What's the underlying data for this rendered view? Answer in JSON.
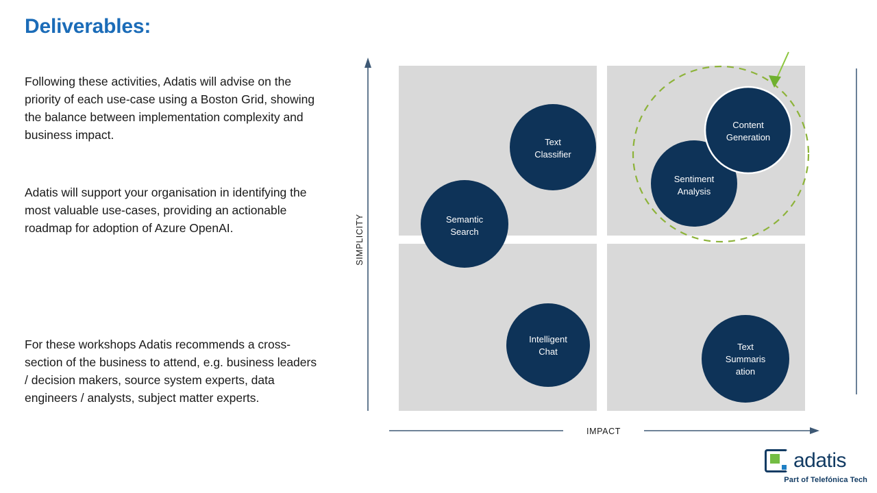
{
  "slide": {
    "title": "Deliverables:",
    "title_color": "#1b6cb8",
    "background": "#ffffff",
    "paragraphs": [
      "Following these activities, Adatis will advise on the priority of each use-case using a Boston Grid, showing the balance between implementation complexity and business impact.",
      "Adatis will support your organisation in identifying the most valuable use-cases, providing an actionable roadmap for adoption of Azure OpenAI.",
      "For these workshops Adatis recommends a cross-section of the business to attend, e.g. business leaders / decision makers, source system experts, data engineers / analysts, subject matter experts."
    ]
  },
  "chart_data": {
    "type": "scatter",
    "title": "",
    "xlabel": "IMPACT",
    "ylabel": "SIMPLICITY",
    "xlim": [
      0,
      2
    ],
    "ylim": [
      0,
      2
    ],
    "grid": true,
    "quadrants": [
      {
        "name": "low-impact-high-simplicity",
        "x": 0,
        "y": 1,
        "fill": "#d9d9d9"
      },
      {
        "name": "high-impact-high-simplicity",
        "x": 1,
        "y": 1,
        "fill": "#d9d9d9"
      },
      {
        "name": "low-impact-low-simplicity",
        "x": 0,
        "y": 0,
        "fill": "#d9d9d9"
      },
      {
        "name": "high-impact-low-simplicity",
        "x": 1,
        "y": 0,
        "fill": "#d9d9d9"
      }
    ],
    "bubble_color": "#0e3358",
    "points": [
      {
        "label": "Semantic Search",
        "label_lines": [
          "Semantic",
          "Search"
        ],
        "x": 0.34,
        "y": 1.06,
        "r": 64,
        "quadrant": "low-impact-high-simplicity"
      },
      {
        "label": "Text Classifier",
        "label_lines": [
          "Text",
          "Classifier"
        ],
        "x": 0.56,
        "y": 1.45,
        "r": 63,
        "quadrant": "low-impact-high-simplicity"
      },
      {
        "label": "Content Generation",
        "label_lines": [
          "Content",
          "Generation"
        ],
        "x": 1.62,
        "y": 1.72,
        "r": 63,
        "quadrant": "high-impact-high-simplicity"
      },
      {
        "label": "Sentiment Analysis",
        "label_lines": [
          "Sentiment",
          "Analysis"
        ],
        "x": 1.44,
        "y": 1.37,
        "r": 63,
        "quadrant": "high-impact-high-simplicity"
      },
      {
        "label": "Intelligent Chat",
        "label_lines": [
          "Intelligent",
          "Chat"
        ],
        "x": 0.53,
        "y": 0.37,
        "r": 61,
        "quadrant": "low-impact-low-simplicity"
      },
      {
        "label": "Text Summarisation",
        "label_lines": [
          "Text",
          "Summaris",
          "ation"
        ],
        "x": 1.58,
        "y": 0.31,
        "r": 64,
        "quadrant": "high-impact-low-simplicity"
      }
    ],
    "annotations": [
      {
        "name": "priority-highlight",
        "type": "dashed-circle",
        "color": "#8db33a",
        "targets": [
          "Content Generation",
          "Sentiment Analysis"
        ]
      },
      {
        "name": "highlight-callout-arrow",
        "type": "arrow",
        "color": "#8cc63e",
        "points_to": "priority-highlight"
      }
    ]
  },
  "logo": {
    "wordmark": "adatis",
    "tagline": "Part of Telefónica Tech",
    "mark_colors": {
      "bracket": "#123b63",
      "square": "#74bd43",
      "dot": "#1f7fc4"
    }
  }
}
